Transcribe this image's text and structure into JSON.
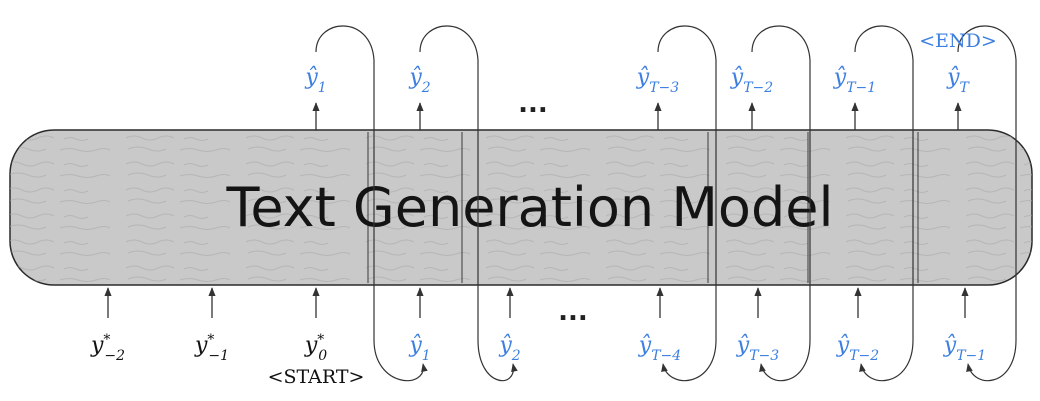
{
  "model": {
    "title": "Text Generation Model"
  },
  "tokens": {
    "start": "<START>",
    "end": "<END>"
  },
  "ellipsis": "...",
  "bottom_inputs": [
    {
      "main": "y",
      "hat": false,
      "sup": "*",
      "sub": "−2",
      "color": "black"
    },
    {
      "main": "y",
      "hat": false,
      "sup": "*",
      "sub": "−1",
      "color": "black"
    },
    {
      "main": "y",
      "hat": false,
      "sup": "*",
      "sub": "0",
      "color": "black"
    },
    {
      "main": "ŷ",
      "hat": true,
      "sup": "",
      "sub": "1",
      "color": "blue"
    },
    {
      "main": "ŷ",
      "hat": true,
      "sup": "",
      "sub": "2",
      "color": "blue"
    },
    {
      "main": "ŷ",
      "hat": true,
      "sup": "",
      "sub": "T−4",
      "color": "blue"
    },
    {
      "main": "ŷ",
      "hat": true,
      "sup": "",
      "sub": "T−3",
      "color": "blue"
    },
    {
      "main": "ŷ",
      "hat": true,
      "sup": "",
      "sub": "T−2",
      "color": "blue"
    },
    {
      "main": "ŷ",
      "hat": true,
      "sup": "",
      "sub": "T−1",
      "color": "blue"
    }
  ],
  "top_outputs": [
    {
      "main": "ŷ",
      "sub": "1"
    },
    {
      "main": "ŷ",
      "sub": "2"
    },
    {
      "main": "ŷ",
      "sub": "T−3"
    },
    {
      "main": "ŷ",
      "sub": "T−2"
    },
    {
      "main": "ŷ",
      "sub": "T−1"
    },
    {
      "main": "ŷ",
      "sub": "T"
    }
  ],
  "colors": {
    "blue": "#3d7fe0",
    "black": "#111111",
    "model_fill": "#c9c9c9",
    "line": "#333333"
  }
}
